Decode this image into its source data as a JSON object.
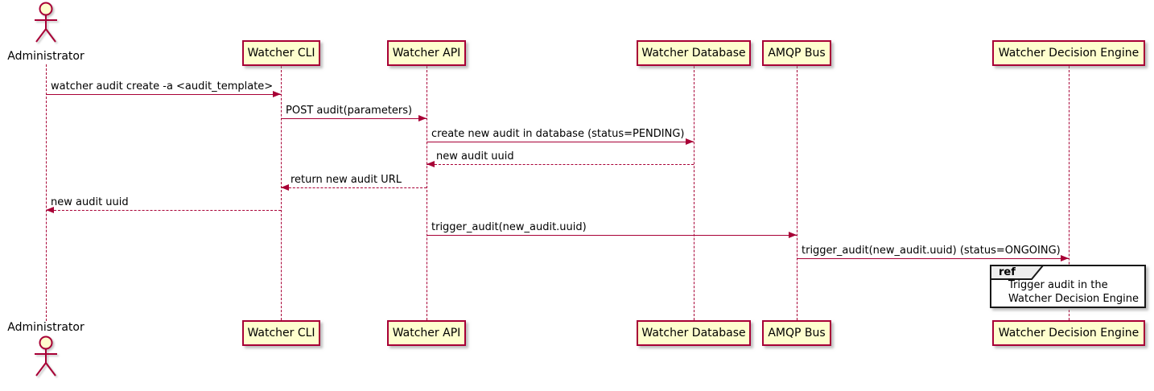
{
  "diagram": {
    "actor": {
      "label": "Administrator"
    },
    "participants": [
      {
        "id": "watcher-cli",
        "label": "Watcher CLI"
      },
      {
        "id": "watcher-api",
        "label": "Watcher API"
      },
      {
        "id": "watcher-database",
        "label": "Watcher Database"
      },
      {
        "id": "amqp-bus",
        "label": "AMQP Bus"
      },
      {
        "id": "watcher-decision-engine",
        "label": "Watcher Decision Engine"
      }
    ],
    "messages": [
      {
        "from": "Administrator",
        "to": "Watcher CLI",
        "label": "watcher audit create -a <audit_template>",
        "line": "solid",
        "direction": "right"
      },
      {
        "from": "Watcher CLI",
        "to": "Watcher API",
        "label": "POST audit(parameters)",
        "line": "solid",
        "direction": "right"
      },
      {
        "from": "Watcher API",
        "to": "Watcher Database",
        "label": "create new audit in database (status=PENDING)",
        "line": "solid",
        "direction": "right"
      },
      {
        "from": "Watcher Database",
        "to": "Watcher API",
        "label": "new audit uuid",
        "line": "dashed",
        "direction": "left"
      },
      {
        "from": "Watcher API",
        "to": "Watcher CLI",
        "label": "return new audit URL",
        "line": "dashed",
        "direction": "left"
      },
      {
        "from": "Watcher CLI",
        "to": "Administrator",
        "label": "new audit uuid",
        "line": "dashed",
        "direction": "left"
      },
      {
        "from": "Watcher API",
        "to": "AMQP Bus",
        "label": "trigger_audit(new_audit.uuid)",
        "line": "solid",
        "direction": "right"
      },
      {
        "from": "AMQP Bus",
        "to": "Watcher Decision Engine",
        "label": "trigger_audit(new_audit.uuid) (status=ONGOING)",
        "line": "solid",
        "direction": "right"
      }
    ],
    "ref": {
      "tag": "ref",
      "line1": "Trigger audit in the",
      "line2": "Watcher Decision Engine"
    },
    "colors": {
      "participant_fill": "#FEFECE",
      "stroke": "#A80036",
      "text": "#000000",
      "ref_tag_fill": "#EEEEEE",
      "ref_border": "#181818",
      "background": "#FFFFFF"
    }
  }
}
